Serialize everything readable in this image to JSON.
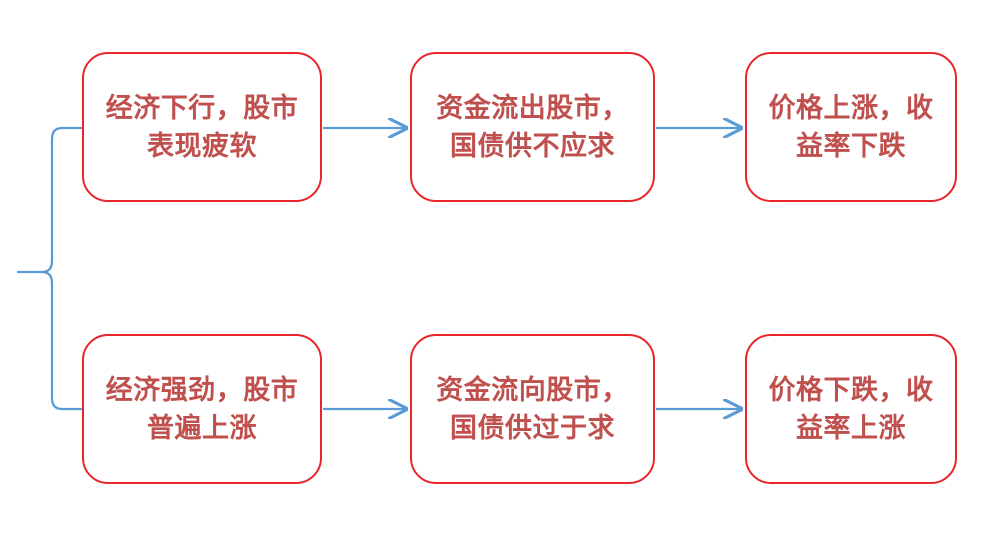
{
  "diagram": {
    "type": "flowchart",
    "background_color": "#ffffff",
    "node_border_color": "#e8252a",
    "node_text_color": "#c0504d",
    "connector_color": "#5b9bd5",
    "branch": {
      "name": "left-brace",
      "shape": "curly-brace",
      "splits_into": 2
    },
    "rows": [
      {
        "id": "row-bearish",
        "nodes": [
          {
            "id": "econ-down",
            "text": "经济下行，股市\n表现疲软"
          },
          {
            "id": "funds-out",
            "text": "资金流出股市，\n国债供不应求"
          },
          {
            "id": "price-up",
            "text": "价格上涨，收\n益率下跌"
          }
        ],
        "arrows": [
          {
            "id": "arrow-1",
            "from": "econ-down",
            "to": "funds-out",
            "direction": "right"
          },
          {
            "id": "arrow-2",
            "from": "funds-out",
            "to": "price-up",
            "direction": "right"
          }
        ]
      },
      {
        "id": "row-bullish",
        "nodes": [
          {
            "id": "econ-strong",
            "text": "经济强劲，股市\n普遍上涨"
          },
          {
            "id": "funds-in",
            "text": "资金流向股市，\n国债供过于求"
          },
          {
            "id": "price-down",
            "text": "价格下跌，收\n益率上涨"
          }
        ],
        "arrows": [
          {
            "id": "arrow-3",
            "from": "econ-strong",
            "to": "funds-in",
            "direction": "right"
          },
          {
            "id": "arrow-4",
            "from": "funds-in",
            "to": "price-down",
            "direction": "right"
          }
        ]
      }
    ]
  }
}
